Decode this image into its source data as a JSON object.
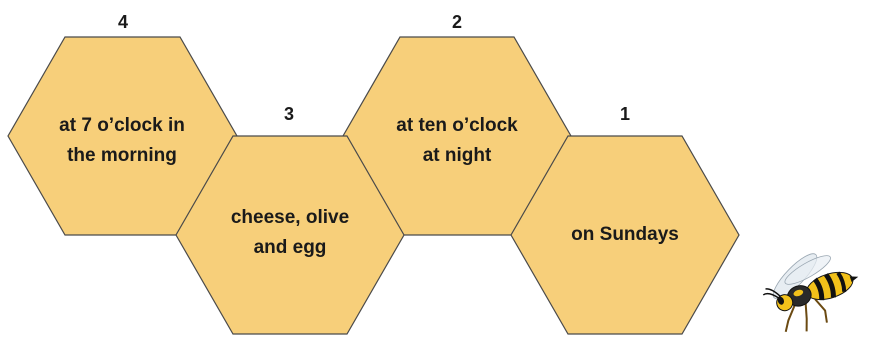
{
  "colors": {
    "hex_fill": "#f7cf7a",
    "hex_stroke": "#4a4a4a",
    "text": "#1a1a1a"
  },
  "hexagons": [
    {
      "number": "4",
      "lines": [
        "at 7 o’clock in",
        "the morning"
      ]
    },
    {
      "number": "3",
      "lines": [
        "cheese, olive",
        "and egg"
      ]
    },
    {
      "number": "2",
      "lines": [
        "at ten o’clock",
        "at night"
      ]
    },
    {
      "number": "1",
      "lines": [
        "on Sundays"
      ]
    }
  ],
  "decoration": {
    "icon": "wasp-icon"
  }
}
